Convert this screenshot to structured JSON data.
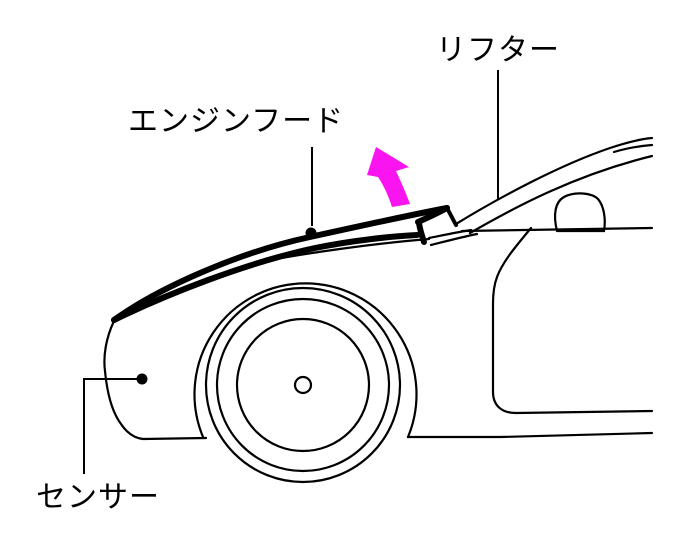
{
  "figure": {
    "background_color": "#ffffff",
    "outline_color": "#000000",
    "arrow_color": "#FA14F0",
    "description": "engine-hood-lifter-sensor-diagram"
  },
  "labels": {
    "lifter": "リフター",
    "engine_hood": "エンジンフード",
    "sensor": "センサー"
  }
}
